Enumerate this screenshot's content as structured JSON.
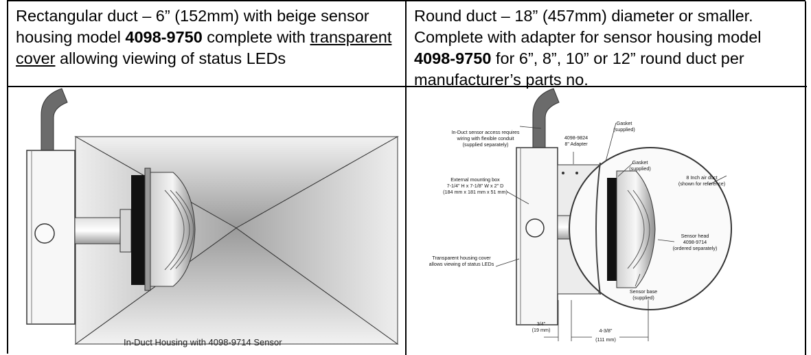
{
  "left_cell": {
    "text_1": "Rectangular duct – 6” (152mm) with beige sensor housing model ",
    "model": "4098-9750",
    "text_2": " complete with ",
    "underlined": "transparent cover",
    "text_3": " allowing viewing of status LEDs",
    "caption": "In-Duct Housing with 4098-9714 Sensor"
  },
  "right_cell": {
    "text_1": "Round duct – 18” (457mm) diameter or smaller. Complete with adapter for sensor housing model ",
    "model": "4098-9750",
    "text_2": " for 6”, 8”, 10” or 12” round duct per manufacturer’s parts no.",
    "labels": {
      "access_1": "In-Duct sensor access requires",
      "access_2": "wiring with flexible conduit",
      "access_3": "(supplied separately)",
      "adapter_1": "4098-9824",
      "adapter_2": "8\" Adapter",
      "gasket_top_1": "Gasket",
      "gasket_top_2": "(supplied)",
      "gasket_mid_1": "Gasket",
      "gasket_mid_2": "(supplied)",
      "box_1": "External mounting box",
      "box_2": "7-1/4\" H x 7-1/8\" W x 2\" D",
      "box_3": "(184 mm x 181 mm x 51 mm)",
      "duct_1": "8 Inch air duct",
      "duct_2": "(shown for reference)",
      "head_1": "Sensor head",
      "head_2": "4098-9714",
      "head_3": "(ordered separately)",
      "cover_1": "Transparent housing cover",
      "cover_2": "allows viewing of status LEDs",
      "base_1": "Sensor base",
      "base_2": "(supplied)",
      "dim_a_1": "3/4\"",
      "dim_a_2": "(19 mm)",
      "dim_b_1": "4-3/8\"",
      "dim_b_2": "(111 mm)"
    }
  },
  "colors": {
    "border": "#000000",
    "drawing_stroke": "#333333",
    "conduit": "#666666",
    "gasket": "#111111"
  }
}
